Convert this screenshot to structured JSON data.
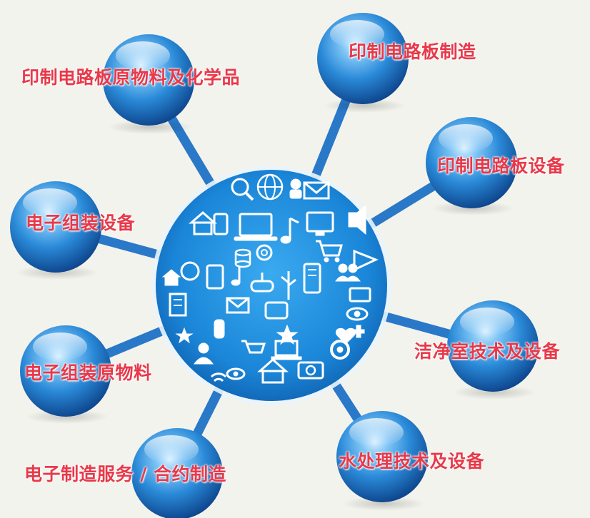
{
  "diagram": {
    "nodes": [
      {
        "id": "pcb-materials",
        "label": "印制电路板原物料及化学品"
      },
      {
        "id": "pcb-manufacturing",
        "label": "印制电路板制造"
      },
      {
        "id": "pcb-equipment",
        "label": "印制电路板设备"
      },
      {
        "id": "electronic-assembly-equipment",
        "label": "电子组装设备"
      },
      {
        "id": "cleanroom",
        "label": "洁净室技术及设备"
      },
      {
        "id": "electronic-assembly-materials",
        "label": "电子组装原物料"
      },
      {
        "id": "water-treatment",
        "label": "水处理技术及设备"
      },
      {
        "id": "ems-contract-manufacturing",
        "label": "电子制造服务 / 合约制造"
      }
    ]
  },
  "colors": {
    "background": "#f3f3ed",
    "sphere_highlight": "#d8f0ff",
    "sphere_mid": "#2a8ad8",
    "sphere_dark": "#0b3f86",
    "connector": "#2a78c8",
    "hub": "#1f8fe0",
    "label": "#e8394a"
  },
  "hub_icons": [
    "monitor-icon",
    "laptop-icon",
    "envelope-icon",
    "phone-icon",
    "music-note-icon",
    "globe-icon",
    "cart-icon",
    "camera-icon",
    "people-icon",
    "home-icon",
    "chat-bubble-icon",
    "at-sign-icon",
    "database-icon",
    "joystick-icon",
    "star-icon",
    "heart-icon",
    "eye-icon",
    "search-icon",
    "speaker-icon",
    "gear-icon"
  ]
}
